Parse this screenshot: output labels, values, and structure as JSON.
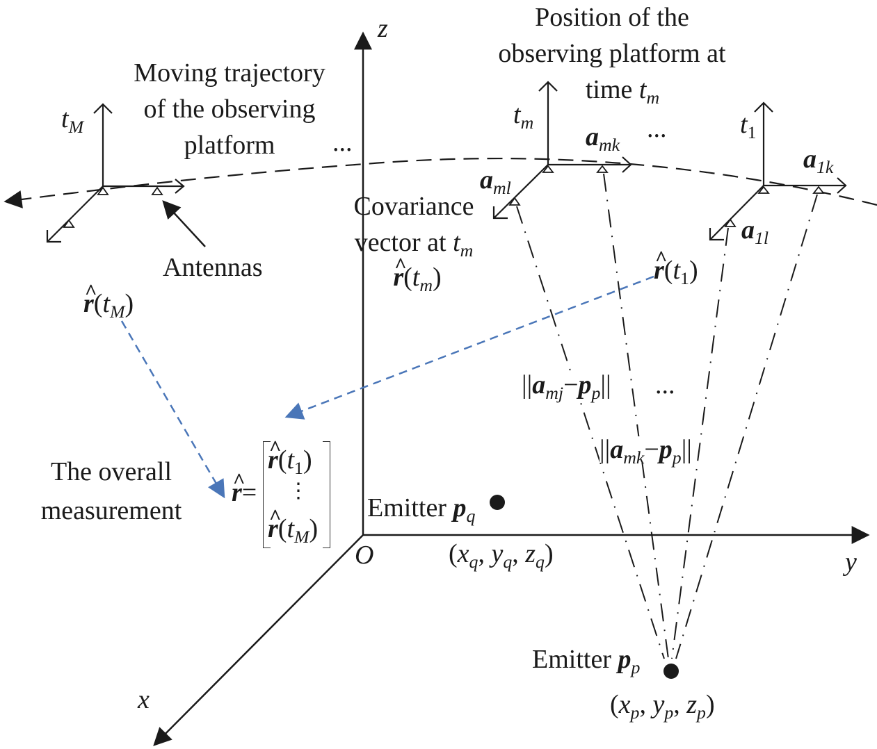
{
  "axes": {
    "z_label": "z",
    "y_label": "y",
    "x_label": "x",
    "origin_label": "O"
  },
  "annotations": {
    "trajectory_line1": "Moving trajectory",
    "trajectory_line2": "of the observing",
    "trajectory_line3": "platform",
    "position_line1": "Position of the",
    "position_line2": "observing platform at",
    "position_line3": "time",
    "antennas": "Antennas",
    "covariance_line1": "Covariance",
    "covariance_line2": "vector at",
    "overall_line1": "The overall",
    "overall_line2": "measurement",
    "ellipsis": "..."
  },
  "platforms": [
    {
      "time_label": "t",
      "time_sub": "M"
    },
    {
      "time_label": "t",
      "time_sub": "m",
      "antenna_k": "a",
      "antenna_k_sub": "mk",
      "antenna_l": "a",
      "antenna_l_sub": "ml"
    },
    {
      "time_label": "t",
      "time_sub": "1",
      "antenna_k": "a",
      "antenna_k_sub": "1k",
      "antenna_l": "a",
      "antenna_l_sub": "1l"
    }
  ],
  "covariance_vectors": {
    "r_hat": "r",
    "t": "t",
    "sub_M": "M",
    "sub_m": "m",
    "sub_1": "1",
    "paren_open": "(",
    "paren_close": ")",
    "equals": "=",
    "vdots": "⋮"
  },
  "distances": {
    "d1_a": "a",
    "d1_a_sub": "mj",
    "d1_p": "p",
    "d1_p_sub": "p",
    "d2_a": "a",
    "d2_a_sub": "mk",
    "d2_p": "p",
    "d2_p_sub": "p",
    "norm": "||",
    "minus": "−"
  },
  "emitters": [
    {
      "label": "Emitter",
      "symbol": "p",
      "sub": "q",
      "coords": [
        "x",
        "y",
        "z"
      ],
      "coord_sub": "q"
    },
    {
      "label": "Emitter",
      "symbol": "p",
      "sub": "p",
      "coords": [
        "x",
        "y",
        "z"
      ],
      "coord_sub": "p"
    }
  ],
  "colors": {
    "ink": "#1a1a1a",
    "flow_arrow": "#4a76b8"
  }
}
